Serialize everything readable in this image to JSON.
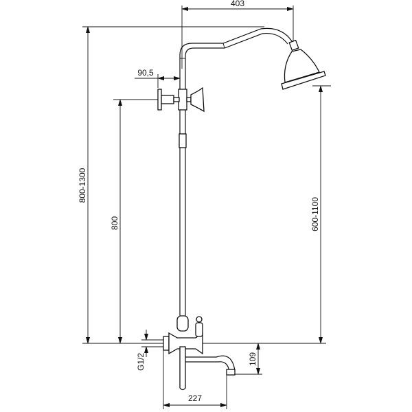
{
  "drawing": {
    "title": "Shower system technical drawing",
    "dimensions": {
      "arm_reach": "403",
      "handle_offset": "90,5",
      "total_height": "800-1300",
      "valve_height": "800",
      "head_height": "600-1100",
      "thread": "G1/2",
      "spout_drop": "109",
      "spout_reach": "227"
    }
  }
}
